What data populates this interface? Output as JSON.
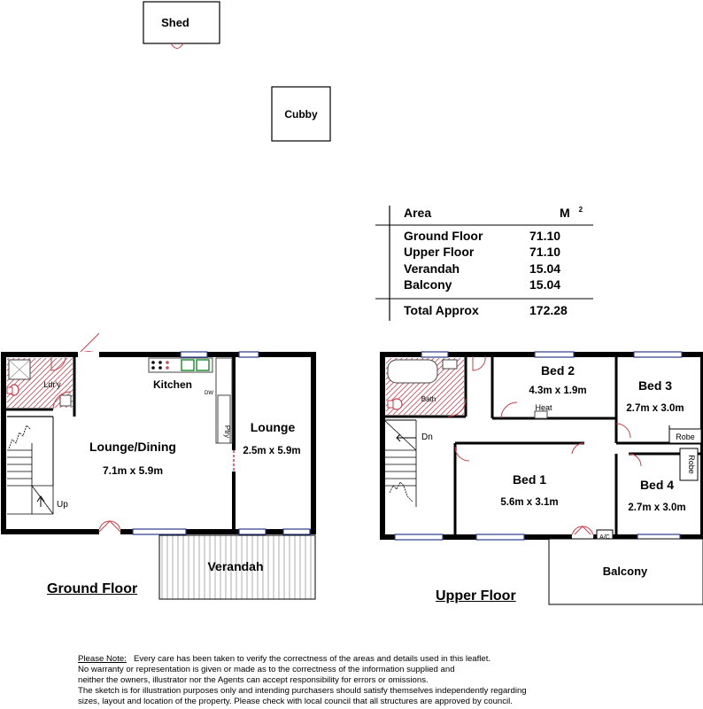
{
  "outbuildings": {
    "shed": "Shed",
    "cubby": "Cubby"
  },
  "area_table": {
    "header_area": "Area",
    "header_unit": "M",
    "header_unit_sup": "2",
    "rows": [
      {
        "name": "Ground Floor",
        "value": "71.10"
      },
      {
        "name": "Upper Floor",
        "value": "71.10"
      },
      {
        "name": "Verandah",
        "value": "15.04"
      },
      {
        "name": "Balcony",
        "value": "15.04"
      }
    ],
    "total_name": "Total Approx",
    "total_value": "172.28"
  },
  "ground_floor": {
    "title": "Ground Floor",
    "laundry": "Ldr'y",
    "kitchen": "Kitchen",
    "dw": "DW",
    "pantry": "Ptry",
    "lounge_dining": "Lounge/Dining",
    "lounge_dining_size": "7.1m x 5.9m",
    "lounge": "Lounge",
    "lounge_size": "2.5m x 5.9m",
    "up": "Up",
    "verandah": "Verandah"
  },
  "upper_floor": {
    "title": "Upper Floor",
    "bath": "Bath",
    "bed2": "Bed 2",
    "bed2_size": "4.3m x 1.9m",
    "heat": "Heat",
    "bed3": "Bed 3",
    "bed3_size": "2.7m x 3.0m",
    "robe1": "Robe",
    "robe2": "Robe",
    "dn": "Dn",
    "bed1": "Bed 1",
    "bed1_size": "5.6m x 3.1m",
    "bed4": "Bed 4",
    "bed4_size": "2.7m x 3.0m",
    "ac": "A/C",
    "balcony": "Balcony"
  },
  "disclaimer": {
    "heading": "Please Note:",
    "line1": "Every care has been taken to verify the correctness of the areas and details used in this leaflet.",
    "line2": "No warranty or representation is given or made as to the correctness of the information supplied and",
    "line3": "neither the owners, illustrator nor the Agents can accept responsibility for errors or omissions.",
    "line4": "The sketch is for illustration purposes only and intending purchasers should satisfy themselves independently regarding",
    "line5": "sizes, layout and location of the property. Please check with local council that all structures are approved by council."
  },
  "colors": {
    "wall": "#000000",
    "door": "#c0404a",
    "window": "#2b3d8c",
    "wetarea": "#c05060"
  }
}
